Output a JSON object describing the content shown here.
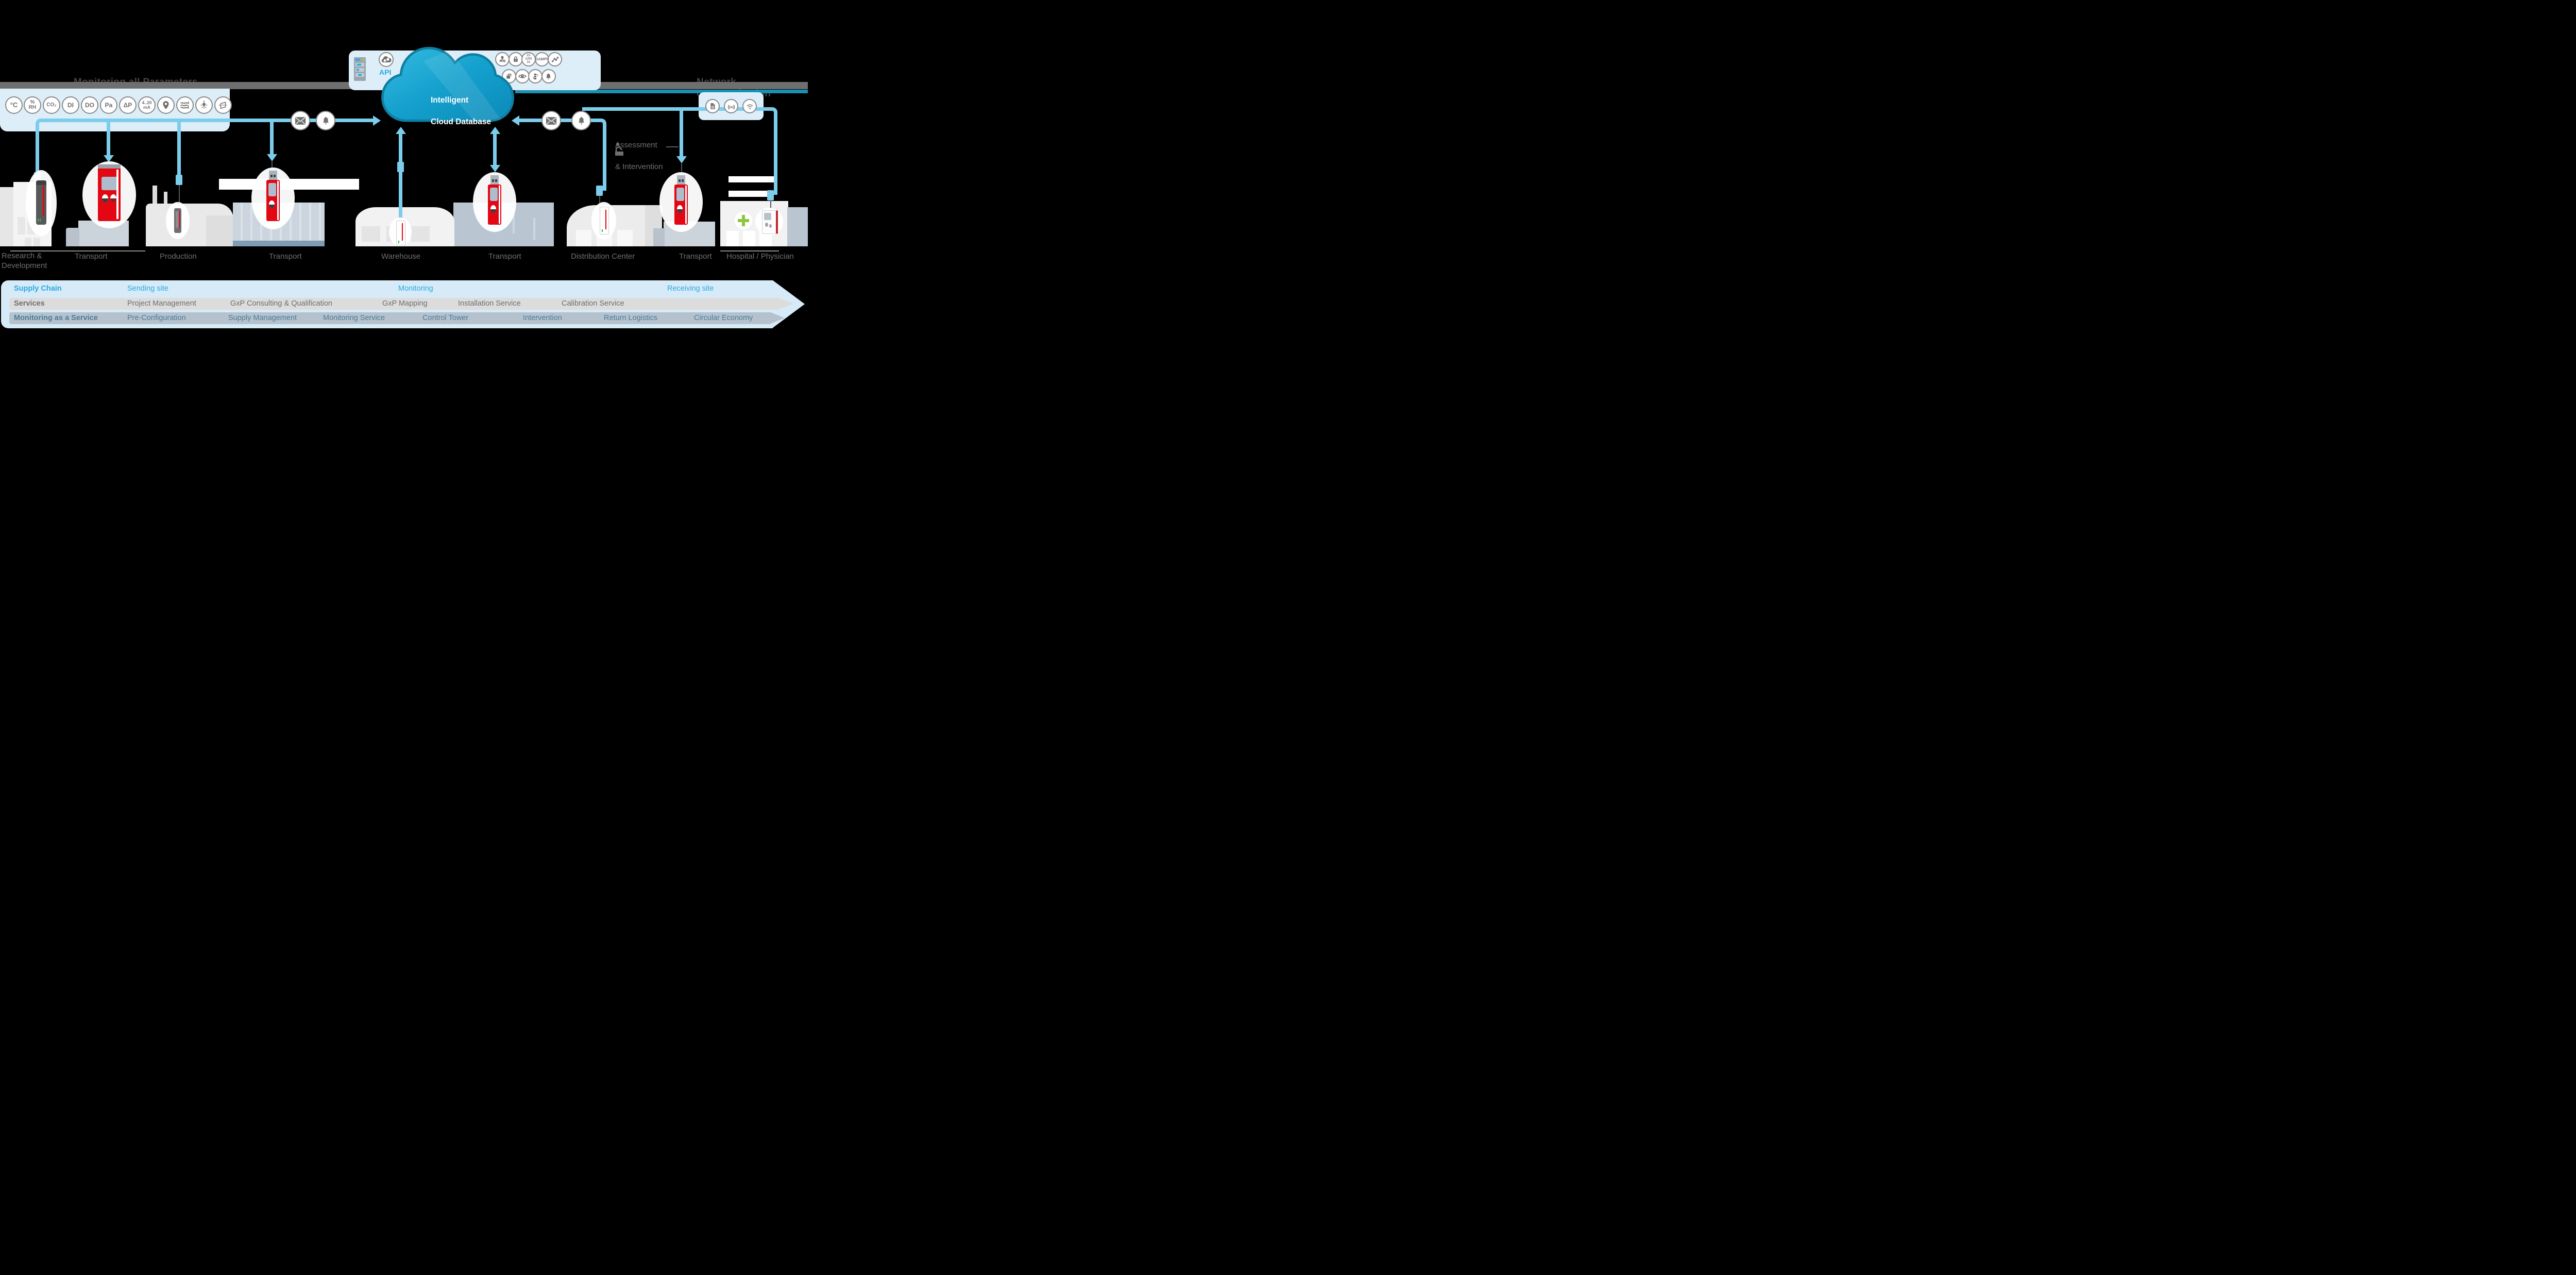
{
  "bands": {
    "left_label": "Monitoring all Parameters",
    "right_label": "Network communication"
  },
  "sensor_panel": {
    "labels": [
      "°C",
      "%\nRH",
      "CO₂",
      "DI",
      "DO",
      "Pa",
      "ΔP",
      "4..20\nmA"
    ],
    "icon_names": [
      "location-pin-icon",
      "vibration-icon",
      "light-icon",
      "tilt-icon"
    ]
  },
  "cloud": {
    "title_line1": "Intelligent",
    "title_line2": "Cloud Database",
    "api_label": "API"
  },
  "compliance": {
    "cfr_label": "21\nCFR\n11",
    "gamp_label": "GAMP5"
  },
  "assessment": {
    "line1": "Assessment",
    "line2": "& Intervention"
  },
  "stages": {
    "s1": "Research &\nDevelopment",
    "s2": "Transport",
    "s3": "Production",
    "s4": "Transport",
    "s5": "Warehouse",
    "s6": "Transport",
    "s7": "Distribution Center",
    "s8": "Transport",
    "s9": "Hospital / Physician"
  },
  "rows": {
    "supply": {
      "label": "Supply Chain",
      "sending": "Sending site",
      "monitoring": "Monitoring",
      "receiving": "Receiving site"
    },
    "services": {
      "label": "Services",
      "items": [
        "Project Management",
        "GxP Consulting & Qualification",
        "GxP Mapping",
        "Installation Service",
        "Calibration Service"
      ]
    },
    "maas": {
      "label": "Monitoring as a Service",
      "items": [
        "Pre-Configuration",
        "Supply Management",
        "Monitoring Service",
        "Control Tower",
        "Intervention",
        "Return Logistics",
        "Circular Economy"
      ]
    }
  },
  "colors": {
    "accent_blue": "#29abe2",
    "connector_blue": "#7ccdec",
    "teal_line": "#1792b4",
    "panel_blue": "#ddeef9",
    "bottom_panel": "#d7eaf7",
    "services_bar": "#dcdcdc",
    "maas_bar": "#b5c2ce",
    "maas_text": "#4d7b96",
    "gray_band": "#706f6f",
    "device_red": "#e30613"
  }
}
